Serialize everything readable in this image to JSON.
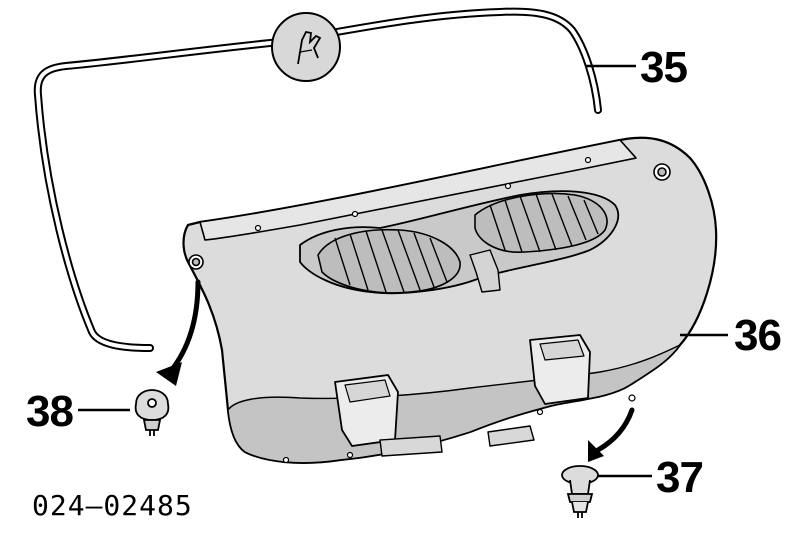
{
  "callouts": {
    "weatherstrip": "35",
    "trim_panel": "36",
    "lower_clip": "37",
    "corner_clip": "38"
  },
  "diagram_number": "024–02485",
  "colors": {
    "ink": "#000000",
    "panel_fill": "#dcdcdc",
    "panel_shadow": "#c4c4c4",
    "grille_fill": "#bdbdbd",
    "background": "#ffffff"
  }
}
